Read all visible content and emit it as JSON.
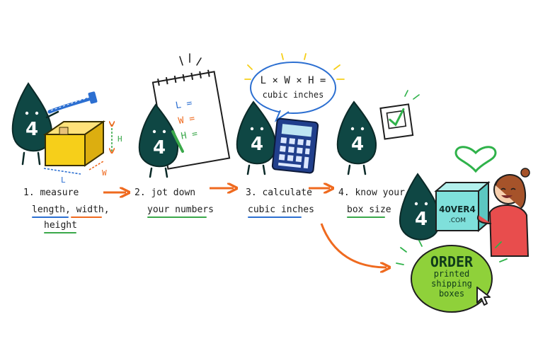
{
  "colors": {
    "mascot": "#0f4744",
    "mascot_outline": "#0b2a28",
    "arrow": "#ef6a1f",
    "box": "#f6cf1a",
    "calculator": "#213f8c",
    "order_button": "#8fd13a",
    "shipping_box": "#7fe0db",
    "heart": "#2fb24a",
    "underline_blue": "#2c6fd1",
    "underline_green": "#3aa84a",
    "underline_orange": "#ef6a1f"
  },
  "mascot_label": "4",
  "steps": [
    {
      "number": "1.",
      "line1": "measure",
      "line2a": "length,",
      "line2b": "width,",
      "line3": "height"
    },
    {
      "number": "2.",
      "line1": "jot down",
      "line2": "your numbers"
    },
    {
      "number": "3.",
      "line1": "calculate",
      "line2": "cubic inches"
    },
    {
      "number": "4.",
      "line1": "know your",
      "line2": "box size"
    }
  ],
  "dimension_labels": {
    "length": "L",
    "width": "W",
    "height": "H"
  },
  "notepad": {
    "l": "L =",
    "w": "W =",
    "h": "H ="
  },
  "speech_bubble": {
    "formula": "L × W × H =",
    "result": "cubic inches"
  },
  "shipping_box_brand": {
    "name": "40VER4",
    "domain": ".COM"
  },
  "cta": {
    "title": "ORDER",
    "line1": "printed",
    "line2": "shipping",
    "line3": "boxes"
  },
  "icons": [
    "tape-measure-icon",
    "cardboard-box-icon",
    "notepad-icon",
    "pencil-icon",
    "calculator-icon",
    "checklist-icon",
    "heart-icon",
    "cursor-icon"
  ]
}
